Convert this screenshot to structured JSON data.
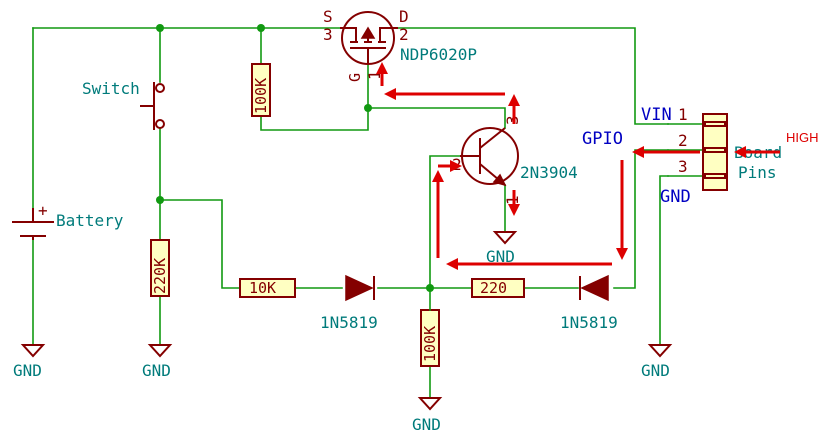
{
  "components": {
    "mosfet": {
      "ref": "NDP6020P",
      "pin_s": "S",
      "pin_d": "D",
      "pin_g": "G",
      "pin_3": "3",
      "pin_2": "2",
      "pin_1": "1"
    },
    "transistor": {
      "ref": "2N3904",
      "pin_3": "3",
      "pin_2": "2",
      "pin_1": "1"
    },
    "switch": {
      "label": "Switch"
    },
    "battery": {
      "label": "Battery",
      "plus": "+"
    },
    "r_gate": {
      "value": "100K"
    },
    "r_divider": {
      "value": "220K"
    },
    "r_series": {
      "value": "10K"
    },
    "r_base_pd": {
      "value": "100K"
    },
    "r_gpio": {
      "value": "220"
    },
    "diode_1": {
      "ref": "1N5819"
    },
    "diode_2": {
      "ref": "1N5819"
    },
    "connector": {
      "label_line1": "Board",
      "label_line2": "Pins",
      "pin_1": "1",
      "pin_2": "2",
      "pin_3": "3"
    }
  },
  "nets": {
    "vin": "VIN",
    "gpio": "GPIO",
    "gnd_conn": "GND",
    "high": "HIGH"
  },
  "gnd_labels": [
    "GND",
    "GND",
    "GND",
    "GND",
    "GND"
  ],
  "colors": {
    "wire": "#119911",
    "component": "#840000",
    "reference_text": "#007b7b",
    "net_label": "#0000c2",
    "annotation_arrow": "#dd0000",
    "component_body_fill": "#ffffc2"
  }
}
